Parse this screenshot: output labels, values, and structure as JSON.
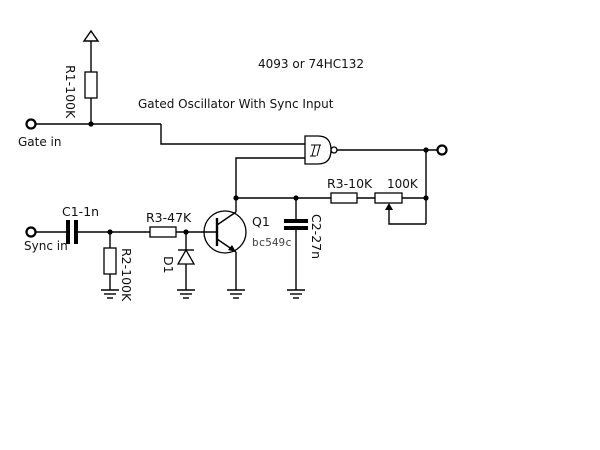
{
  "diagram": {
    "chip_label": "4093 or 74HC132",
    "title": "Gated Oscillator With Sync Input",
    "labels": {
      "gate_in": "Gate in",
      "sync_in": "Sync in",
      "r1": "R1-100K",
      "c1": "C1-1n",
      "r2": "R2-100K",
      "r3_base": "R3-47K",
      "d1": "D1",
      "q1": "Q1",
      "q1_part": "bc549c",
      "r3_fb": "R3-10K",
      "pot": "100K",
      "c2": "C2-27n"
    }
  }
}
